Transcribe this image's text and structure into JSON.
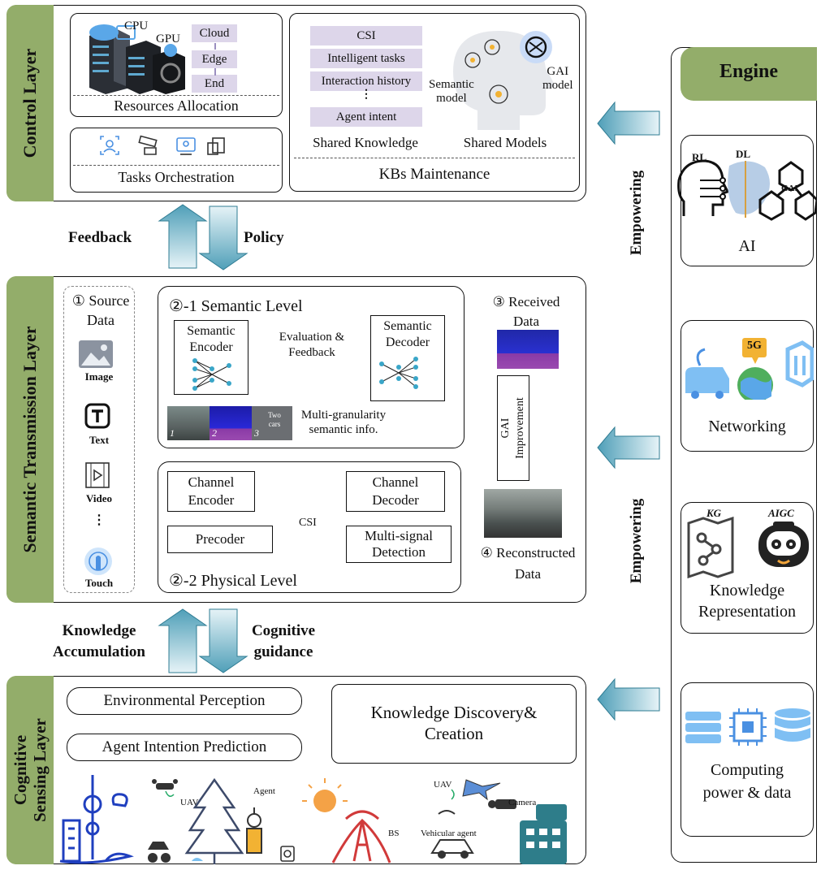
{
  "control": {
    "title": "Control Layer",
    "cpu": "CPU",
    "gpu": "GPU",
    "tiers": [
      "Cloud",
      "Edge",
      "End"
    ],
    "resources": "Resources Allocation",
    "tasks": "Tasks Orchestration",
    "knowledge_items": [
      "CSI",
      "Intelligent tasks",
      "Interaction history",
      "Agent intent"
    ],
    "ellipsis": "⋮",
    "shared_knowledge": "Shared Knowledge",
    "semantic_model": "Semantic\nmodel",
    "gai_model": "GAI\nmodel",
    "shared_models": "Shared Models",
    "kbs": "KBs Maintenance"
  },
  "arrows": {
    "feedback": "Feedback",
    "policy": "Policy",
    "knowledge_acc": "Knowledge\nAccumulation",
    "cognitive_guid": "Cognitive\nguidance",
    "empowering": "Empowering"
  },
  "transmission": {
    "title": "Semantic Transmission Layer",
    "source": "① Source\nData",
    "image": "Image",
    "text": "Text",
    "video": "Video",
    "ellipsis": "⋮",
    "touch": "Touch",
    "semantic_level": "②-1  Semantic Level",
    "sem_encoder": "Semantic\nEncoder",
    "eval": "Evaluation &\nFeedback",
    "sem_decoder": "Semantic\nDecoder",
    "strip_nums": [
      "1",
      "2",
      "3"
    ],
    "two_cars": "Two\ncars",
    "multi_gran": "Multi-granularity\nsemantic info.",
    "received": "③ Received\nData",
    "gai_improve": "GAI\nImprovement",
    "physical_level": "②-2  Physical Level",
    "ch_encoder": "Channel\nEncoder",
    "precoder": "Precoder",
    "csi": "CSI",
    "ch_decoder": "Channel\nDecoder",
    "multi_signal": "Multi-signal\nDetection",
    "reconstructed": "④ Reconstructed\nData"
  },
  "sensing": {
    "title": "Cognitive\nSensing Layer",
    "env": "Environmental Perception",
    "intent": "Agent Intention Prediction",
    "discovery": "Knowledge Discovery&\nCreation",
    "uav1": "UAV",
    "uav2": "UAV",
    "agent": "Agent",
    "bs": "BS",
    "vehicular": "Vehicular agent",
    "camera": "Camera"
  },
  "engine": {
    "title": "Engine",
    "ai_labels": [
      "RL",
      "DL",
      "GAI"
    ],
    "ai": "AI",
    "five_g": "5G",
    "networking": "Networking",
    "kg": "KG",
    "aigc": "AIGC",
    "knowledge_rep": "Knowledge\nRepresentation",
    "computing": "Computing\npower & data"
  },
  "colors": {
    "layer_green": "#93ad6a",
    "arrow_teal": "#6fb3c8",
    "lavender": "#ddd6ea",
    "icon_blue": "#5aa7e8"
  }
}
